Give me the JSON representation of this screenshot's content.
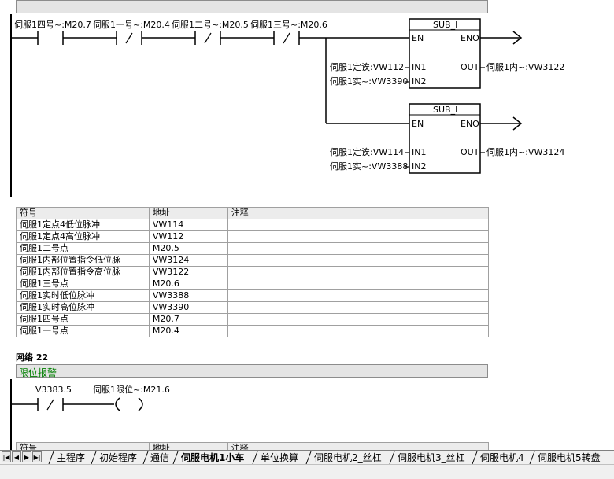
{
  "network21": {
    "contacts": [
      {
        "label": "伺服1四号~:M20.7"
      },
      {
        "label": "伺服1一号~:M20.4"
      },
      {
        "label": "伺服1二号~:M20.5"
      },
      {
        "label": "伺服1三号~:M20.6"
      }
    ],
    "box1": {
      "title": "SUB_I",
      "en": "EN",
      "eno": "ENO",
      "in1": "IN1",
      "in2": "IN2",
      "out": "OUT",
      "in1_var": "伺服1定诶:VW112",
      "in2_var": "伺服1实~:VW3390",
      "out_var": "伺服1内~:VW3122"
    },
    "box2": {
      "title": "SUB_I",
      "en": "EN",
      "eno": "ENO",
      "in1": "IN1",
      "in2": "IN2",
      "out": "OUT",
      "in1_var": "伺服1定诶:VW114",
      "in2_var": "伺服1实~:VW3388",
      "out_var": "伺服1内~:VW3124"
    }
  },
  "symtable1": {
    "headers": [
      "符号",
      "地址",
      "注释"
    ],
    "rows": [
      [
        "伺服1定点4低位脉冲",
        "VW114",
        ""
      ],
      [
        "伺服1定点4高位脉冲",
        "VW112",
        ""
      ],
      [
        "伺服1二号点",
        "M20.5",
        ""
      ],
      [
        "伺服1内部位置指令低位脉",
        "VW3124",
        ""
      ],
      [
        "伺服1内部位置指令高位脉",
        "VW3122",
        ""
      ],
      [
        "伺服1三号点",
        "M20.6",
        ""
      ],
      [
        "伺服1实时低位脉冲",
        "VW3388",
        ""
      ],
      [
        "伺服1实时高位脉冲",
        "VW3390",
        ""
      ],
      [
        "伺服1四号点",
        "M20.7",
        ""
      ],
      [
        "伺服1一号点",
        "M20.4",
        ""
      ]
    ]
  },
  "network22": {
    "title": "网络 22",
    "comment": "限位报警",
    "contact_label": "V3383.5",
    "coil_label": "伺服1限位~:M21.6"
  },
  "symtable2": {
    "headers": [
      "符号",
      "地址",
      "注释"
    ]
  },
  "tabs": [
    {
      "label": "主程序",
      "active": false
    },
    {
      "label": "初始程序",
      "active": false
    },
    {
      "label": "通信",
      "active": false
    },
    {
      "label": "伺服电机1小车",
      "active": true
    },
    {
      "label": "单位换算",
      "active": false
    },
    {
      "label": "伺服电机2_丝杠",
      "active": false
    },
    {
      "label": "伺服电机3_丝杠",
      "active": false
    },
    {
      "label": "伺服电机4",
      "active": false
    },
    {
      "label": "伺服电机5转盘",
      "active": false
    }
  ],
  "nav_icons": [
    "first-icon",
    "prev-icon",
    "next-icon",
    "last-icon"
  ]
}
